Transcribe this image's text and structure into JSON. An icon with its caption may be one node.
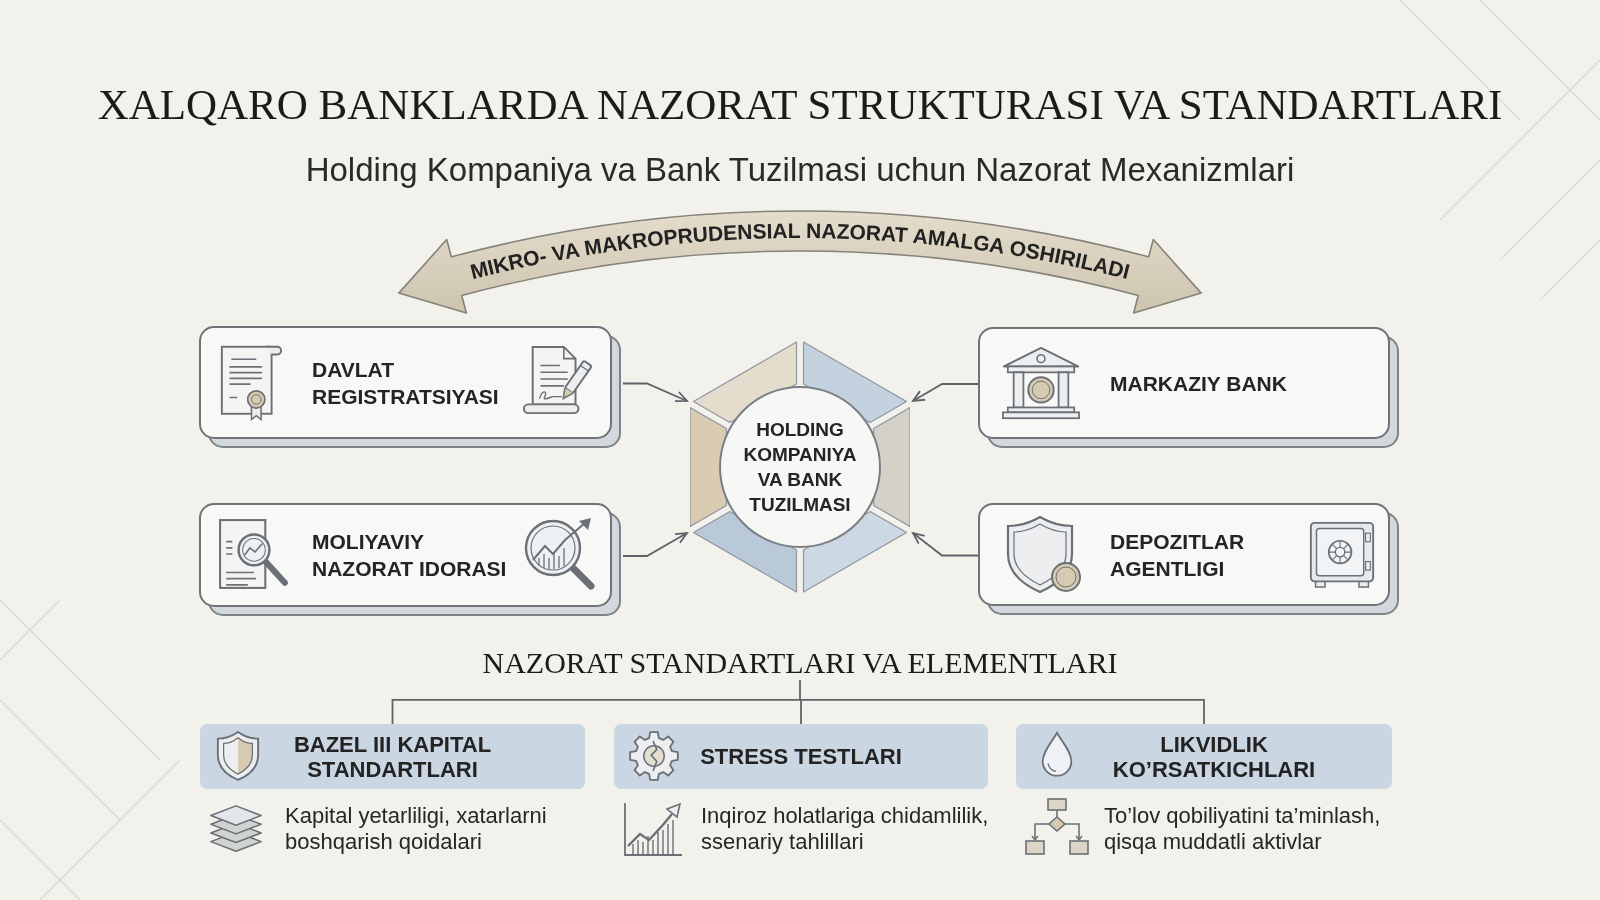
{
  "diagram": {
    "title": "XALQARO BANKLARDA NAZORAT STRUKTURASI VA STANDARTLARI",
    "nodes": [
      {
        "text": [
          "MIKRO- VA MAKROPRUDENSIAL NAZORAT AMALGA OSHIRILADI"
        ]
      },
      {
        "text": [
          "DAVLAT REGISTRATSIYASI"
        ]
      },
      {
        "text": [
          "MARKAZIY BANK"
        ]
      },
      {
        "text": [
          "HOLDING KOMPANIYA VA BANK TUZILMASI"
        ]
      },
      {
        "text": [
          "MOLIYAVIY NAZORAT IDORASI"
        ]
      },
      {
        "text": [
          "DEPOZITLAR AGENTLIGI"
        ]
      },
      {
        "text": [
          "NAZORAT STANDARTLARI VA ELEMENTLARI"
        ]
      },
      {
        "text": [
          "BAZEL III KAPITAL STANDARTLARI"
        ],
        "beside": [
          "Kapital yetarliligi, xatarlarni boshqarish qoidalari"
        ]
      },
      {
        "text": [
          "STRESS TESTLARI"
        ],
        "beside": [
          "Inqiroz holatlariga chidamlilik, ssenariy tahlillari"
        ]
      },
      {
        "text": [
          "LIKVIDLIK KO’RSATKICHLARI"
        ],
        "beside": [
          "To’lov qobiliyatini ta’minlash, qisqa muddatli aktivlar"
        ]
      }
    ],
    "edges": [
      {
        "from": 1,
        "to": 3,
        "arrow": "to"
      },
      {
        "from": 2,
        "to": 3,
        "arrow": "to"
      },
      {
        "from": 4,
        "to": 3,
        "arrow": "to"
      },
      {
        "from": 5,
        "to": 3,
        "arrow": "to"
      },
      {
        "from": 6,
        "to": 7,
        "arrow": "none"
      },
      {
        "from": 6,
        "to": 8,
        "arrow": "none"
      },
      {
        "from": 6,
        "to": 9,
        "arrow": "none"
      }
    ],
    "labels": [
      "Holding Kompaniya va Bank Tuzilmasi uchun Nazorat Mexanizmlari"
    ]
  }
}
